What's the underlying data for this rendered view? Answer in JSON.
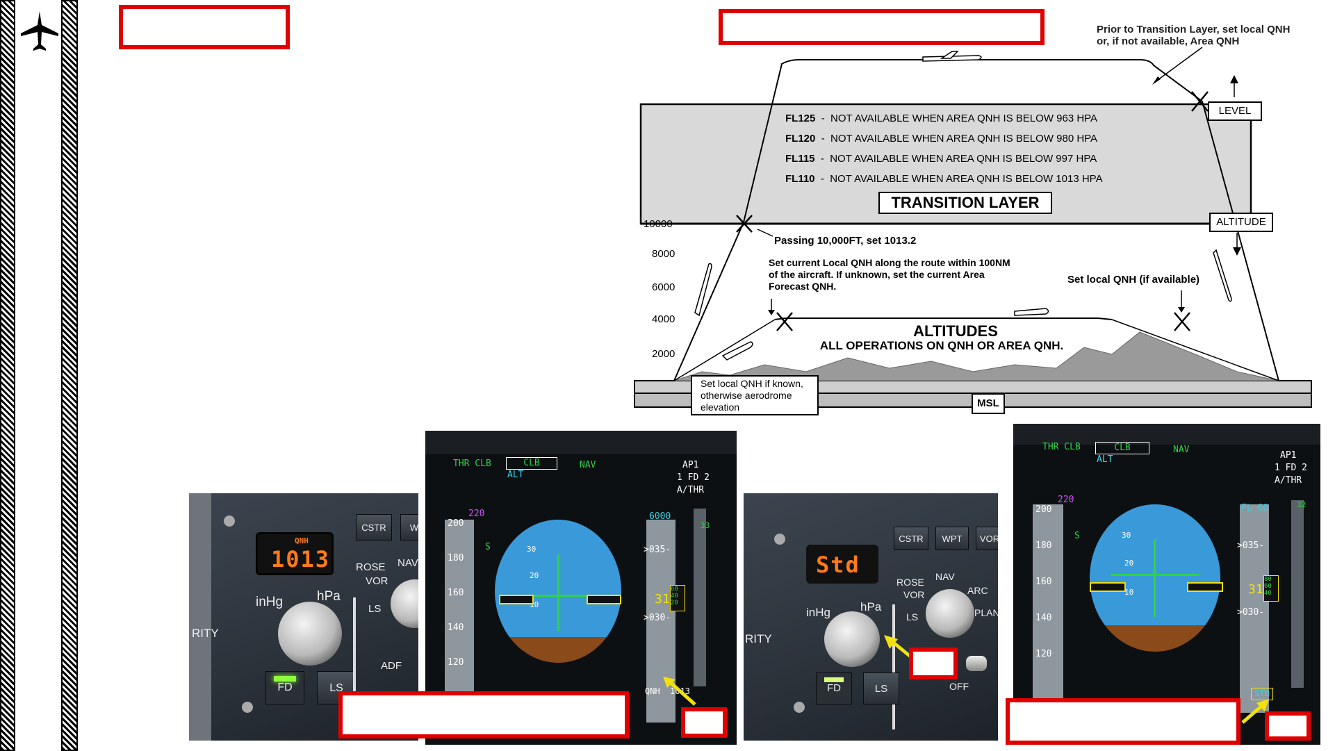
{
  "diagram": {
    "note_top": "Prior to Transition Layer, set local QNH\nor, if not  available, Area QNH",
    "level_label": "LEVEL",
    "altitude_label": "ALTITUDE",
    "fl_rows": [
      {
        "fl": "FL125",
        "sep": "-",
        "text": "NOT AVAILABLE WHEN AREA QNH IS BELOW 963 HPA"
      },
      {
        "fl": "FL120",
        "sep": "-",
        "text": "NOT AVAILABLE WHEN AREA QNH IS BELOW 980 HPA"
      },
      {
        "fl": "FL115",
        "sep": "-",
        "text": "NOT AVAILABLE WHEN AREA QNH IS BELOW 997 HPA"
      },
      {
        "fl": "FL110",
        "sep": "-",
        "text": "NOT AVAILABLE WHEN AREA QNH IS BELOW 1013 HPA"
      }
    ],
    "transition_layer": "TRANSITION LAYER",
    "alt_ticks": [
      "10000",
      "8000",
      "6000",
      "4000",
      "2000"
    ],
    "passing_note": "Passing 10,000FT,  set  1013.2",
    "route_note": "Set  current Local QNH along the route within 100NM\nof the aircraft.  If unknown, set the current Area\nForecast QNH.",
    "local_qnh_note": "Set local QNH (if available)",
    "altitudes_title": "ALTITUDES",
    "altitudes_sub": "ALL OPERATIONS ON QNH OR AREA QNH.",
    "ground_note": "Set local QNH if known,\notherwise aerodrome\nelevation",
    "msl": "MSL"
  },
  "efis1": {
    "qnh_tag": "QNH",
    "baro_display": "1013",
    "inhg": "inHg",
    "hpa": "hPa",
    "cstr": "CSTR",
    "w": "W",
    "rose": "ROSE",
    "vor": "VOR",
    "ls_arc": "LS",
    "nav": "NAV",
    "fd": "FD",
    "ls": "LS",
    "adf": "ADF",
    "rity": "RITY"
  },
  "pfd1": {
    "fma": [
      "THR CLB",
      "CLB",
      "NAV",
      "AP1",
      "1 FD 2",
      "A/THR"
    ],
    "fma_armed": "ALT",
    "speed_top": "220",
    "speeds": [
      "200",
      "180",
      "160",
      "140",
      "120"
    ],
    "s_marker": "S",
    "pitch": [
      "30",
      "20",
      "10"
    ],
    "alt_target": "6000",
    "alt_ticks": [
      ">035-",
      "31",
      ">030-"
    ],
    "alt_box": [
      "60",
      "40",
      "20"
    ],
    "vs": "33",
    "baro": "QNH  1013"
  },
  "efis2": {
    "baro_display": "Std",
    "inhg": "inHg",
    "hpa": "hPa",
    "cstr": "CSTR",
    "wpt": "WPT",
    "vor_btn": "VOR",
    "rose": "ROSE",
    "vor": "VOR",
    "ls_arc": "LS",
    "nav": "NAV",
    "arc": "ARC",
    "plan": "PLAN",
    "fd": "FD",
    "ls": "LS",
    "off": "OFF",
    "rity": "RITY"
  },
  "pfd2": {
    "fma": [
      "THR CLB",
      "CLB",
      "NAV",
      "AP1",
      "1 FD 2",
      "A/THR"
    ],
    "fma_armed": "ALT",
    "speed_top": "220",
    "speeds": [
      "200",
      "180",
      "160",
      "140",
      "120"
    ],
    "s_marker": "S",
    "pitch": [
      "30",
      "20",
      "10"
    ],
    "alt_target": "FL 60",
    "alt_ticks": [
      ">035-",
      "31",
      ">030-"
    ],
    "alt_box": [
      "80",
      "60",
      "40"
    ],
    "vs": "32",
    "baro": "STD"
  },
  "colors": {
    "redact": "#e00000",
    "sky": "#3a9ad9",
    "ground": "#8a4a1a",
    "fma_green": "#2fd24a",
    "pfd_yellow": "#f2e10f"
  }
}
